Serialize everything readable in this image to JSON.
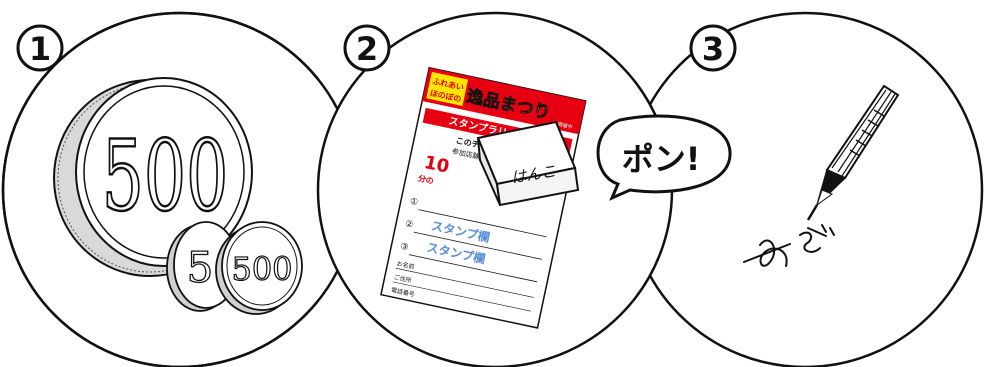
{
  "steps": [
    {
      "number": "1"
    },
    {
      "number": "2"
    },
    {
      "number": "3"
    }
  ],
  "coins": {
    "large_value": "500",
    "small_front_value": "500",
    "small_back_value": "5"
  },
  "flyer": {
    "badge_line1": "ふれあい",
    "badge_line2": "ほのぼの",
    "title": "逸品まつり",
    "title_sub": "開催中",
    "banner": "スタンプラリー応募券",
    "intro_line1": "このチラシに載っている",
    "intro_line2": "参加店舗でのスタンプで応募",
    "big_number_partial": "10",
    "partial_text": "分の",
    "circle_num1": "①",
    "circle_num2": "②",
    "circle_num3": "③",
    "stamp_field_1": "スタンプ欄",
    "stamp_field_2": "スタンプ欄",
    "field_name": "お名前",
    "field_address": "ご住所",
    "field_phone": "電話番号"
  },
  "stamp": {
    "label": "はんこ"
  },
  "speech": {
    "text": "ポン!"
  },
  "signature": {
    "text": "お名"
  },
  "colors": {
    "outline": "#111111",
    "flyer_red": "#e60012",
    "flyer_yellow": "#ffe600",
    "stamp_blue": "#5a8fd8",
    "coin_grey": "#cfcfcf"
  }
}
